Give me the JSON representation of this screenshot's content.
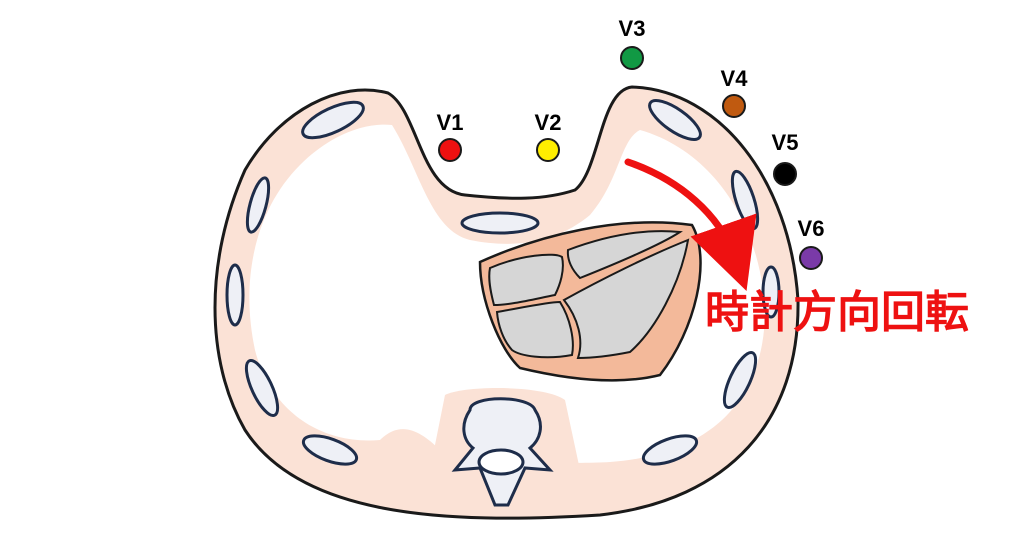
{
  "leads": [
    {
      "label": "V1",
      "color": "#ee1111"
    },
    {
      "label": "V2",
      "color": "#ffee00"
    },
    {
      "label": "V3",
      "color": "#119944"
    },
    {
      "label": "V4",
      "color": "#c05a10"
    },
    {
      "label": "V5",
      "color": "#000000"
    },
    {
      "label": "V6",
      "color": "#7a3aa8"
    }
  ],
  "annotation": {
    "text": "時計方向回転",
    "color": "#ee1111"
  },
  "colors": {
    "skin": "#fbe2d6",
    "heart_wall": "#f3b99a",
    "chamber": "#d6d6d6",
    "outline": "#1a1a1a",
    "rib_fill": "#eef0f6",
    "rib_stroke": "#1e2d4a",
    "arrow": "#ee1111"
  }
}
